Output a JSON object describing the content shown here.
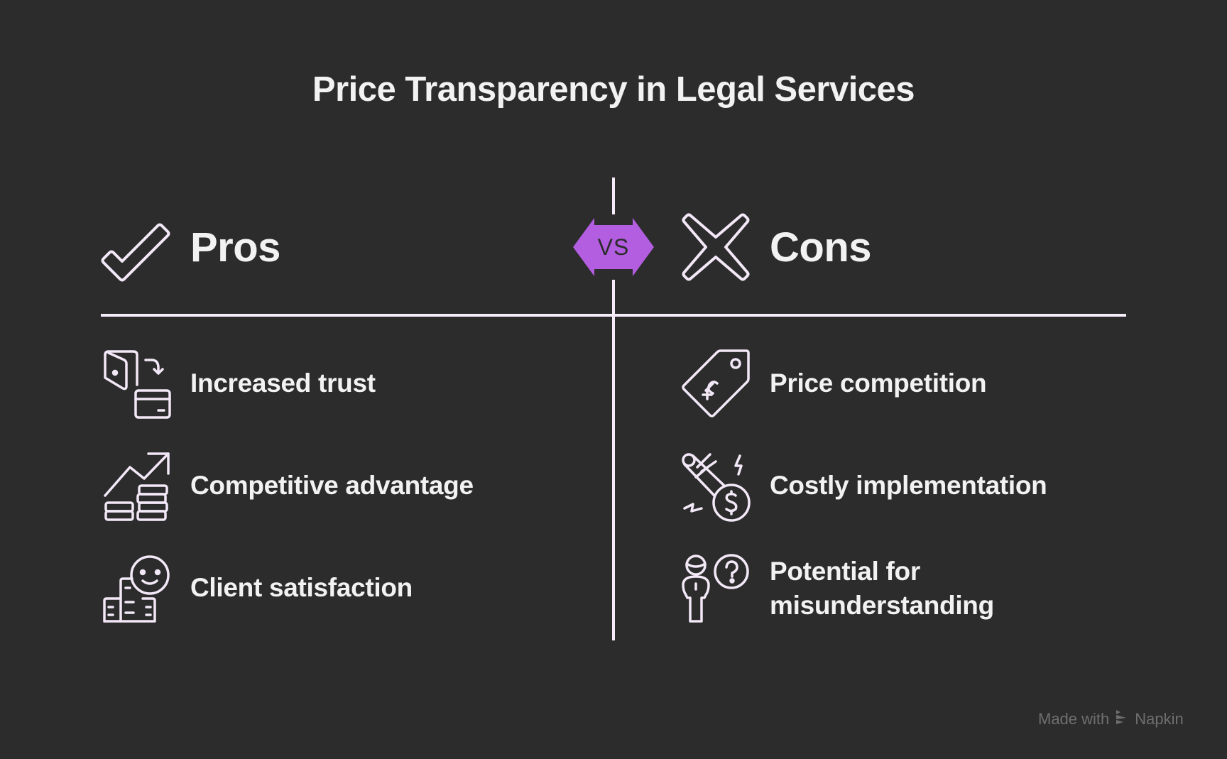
{
  "title": "Price Transparency in Legal Services",
  "colors": {
    "background": "#2c2c2c",
    "text": "#f2f2f2",
    "icon_stroke": "#f3e8f7",
    "vs_badge": "#b35ee0",
    "vs_text": "#2c2c2c",
    "footer_text": "#6f6f6f"
  },
  "vs_label": "VS",
  "pros": {
    "heading": "Pros",
    "icon": "check-icon",
    "items": [
      {
        "label": "Increased trust",
        "icon": "wallet-to-card-icon"
      },
      {
        "label": "Competitive advantage",
        "icon": "growth-coins-icon"
      },
      {
        "label": "Client satisfaction",
        "icon": "smiley-building-icon"
      }
    ]
  },
  "cons": {
    "heading": "Cons",
    "icon": "x-icon",
    "items": [
      {
        "label": "Price competition",
        "icon": "price-tag-icon"
      },
      {
        "label": "Costly implementation",
        "icon": "rocket-dollar-icon"
      },
      {
        "label": "Potential for misunderstanding",
        "line1": "Potential for",
        "line2": "misunderstanding",
        "icon": "person-question-icon"
      }
    ]
  },
  "footer": {
    "made_with": "Made with",
    "brand": "Napkin"
  }
}
